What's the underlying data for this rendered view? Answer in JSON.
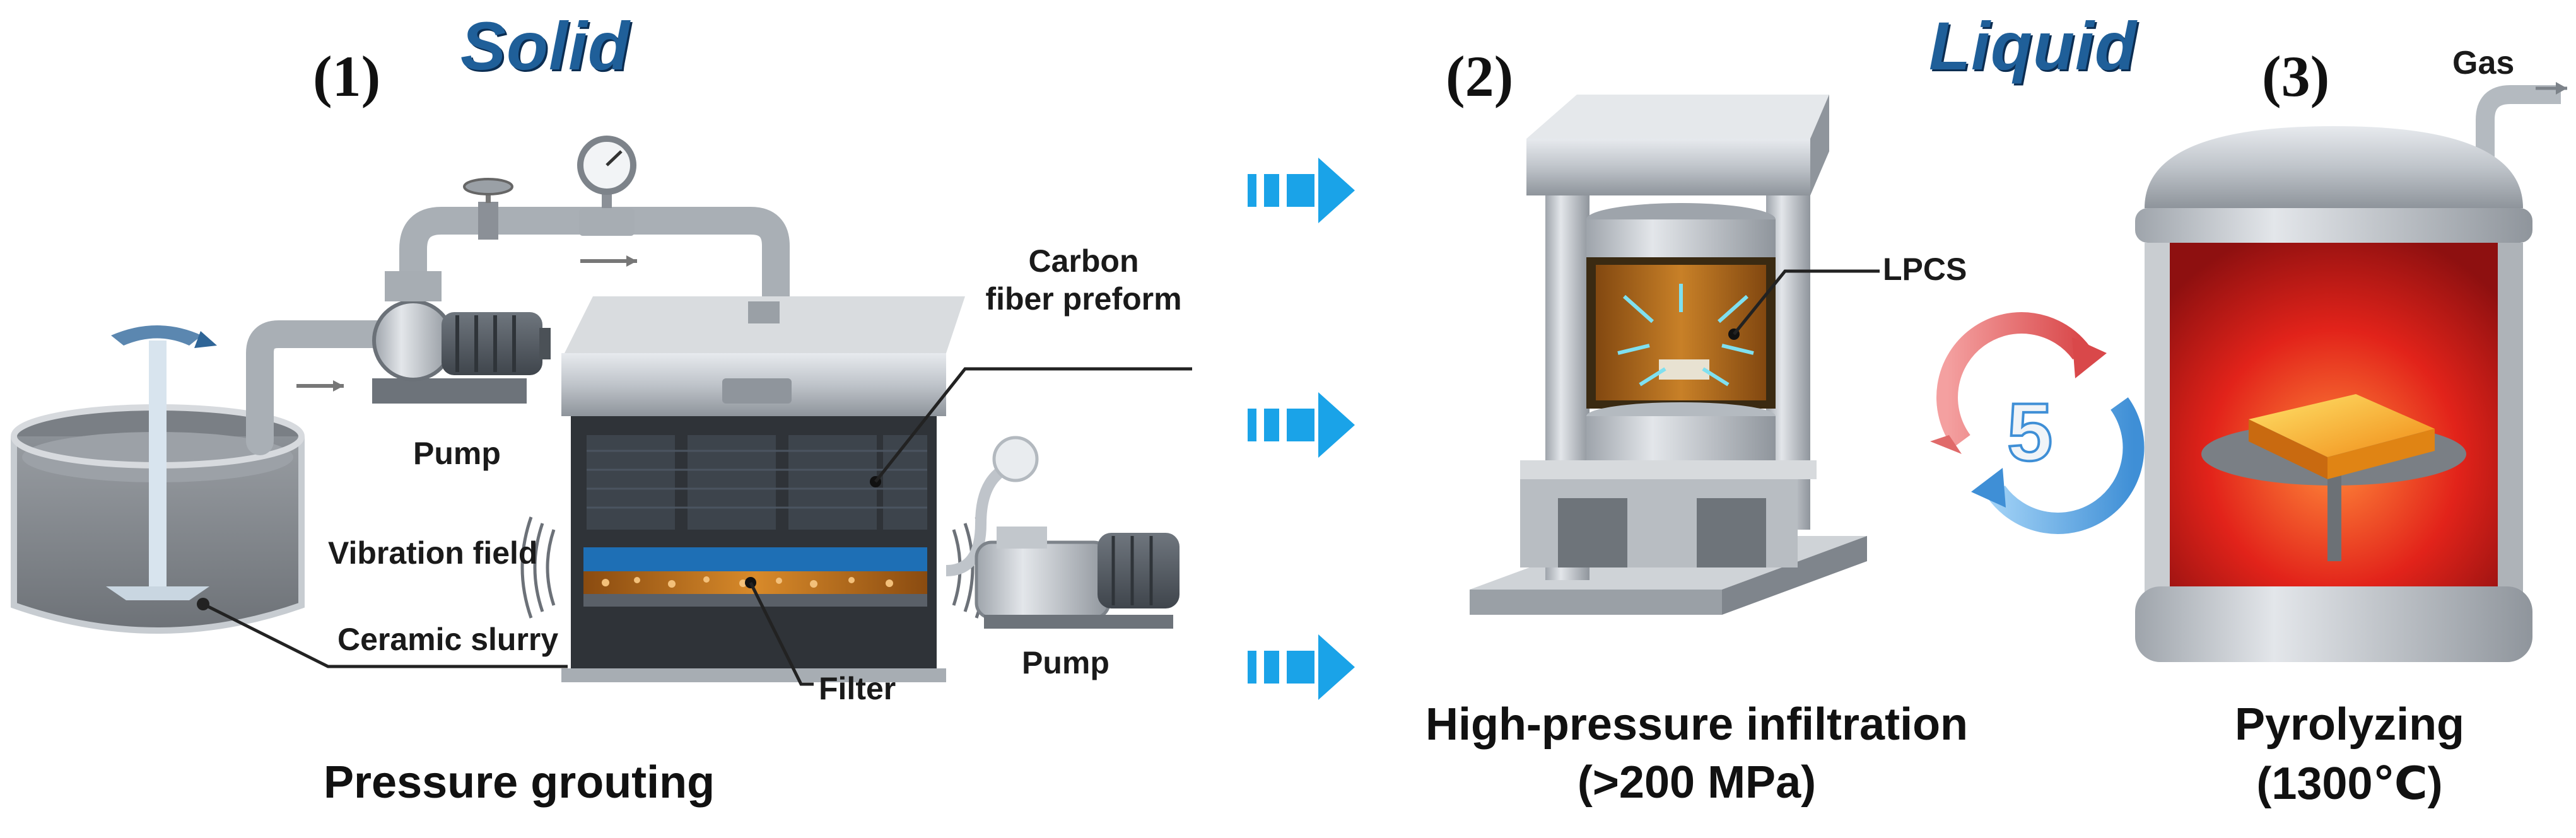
{
  "phases": {
    "solid": "Solid",
    "liquid": "Liquid"
  },
  "steps": {
    "one": "(1)",
    "two": "(2)",
    "three": "(3)"
  },
  "labels": {
    "pump_top": "Pump",
    "carbon_line1": "Carbon",
    "carbon_line2": "fiber preform",
    "vibration": "Vibration field",
    "ceramic": "Ceramic slurry",
    "filter": "Filter",
    "pump_bottom": "Pump",
    "lpcs": "LPCS",
    "gas": "Gas",
    "cycle_count": "5"
  },
  "captions": {
    "grouting": "Pressure grouting",
    "infiltration_line1": "High-pressure infiltration",
    "infiltration_line2": "(>200 MPa)",
    "pyrolyzing_line1": "Pyrolyzing",
    "pyrolyzing_line2": "(1300℃)"
  },
  "colors": {
    "arrow": "#1aa3e8",
    "phase_text": "#1f5f99",
    "steel": "#b9bec4",
    "furnace_glow": "#e2231a",
    "slurry": "#c58a3a",
    "cycle_blue": "#5aa9e6",
    "cycle_red": "#e06a6a"
  },
  "icons": [
    "mixer-tank",
    "centrifugal-pump",
    "pressure-gauge",
    "grouting-box",
    "vacuum-pump",
    "hydraulic-press",
    "cycle-arrows",
    "pyrolysis-furnace",
    "flow-arrow"
  ]
}
